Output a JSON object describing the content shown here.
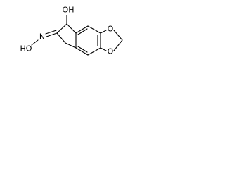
{
  "molecule": {
    "atom_labels": {
      "hydroxyl": "OH",
      "oxime_hydroxyl": "HO",
      "oxime_nitrogen": "N",
      "dioxole_oxygen_top": "O",
      "dioxole_oxygen_bottom": "O"
    },
    "colors": {
      "bond": "#000000",
      "label": "#000000",
      "background": "#ffffff"
    }
  }
}
